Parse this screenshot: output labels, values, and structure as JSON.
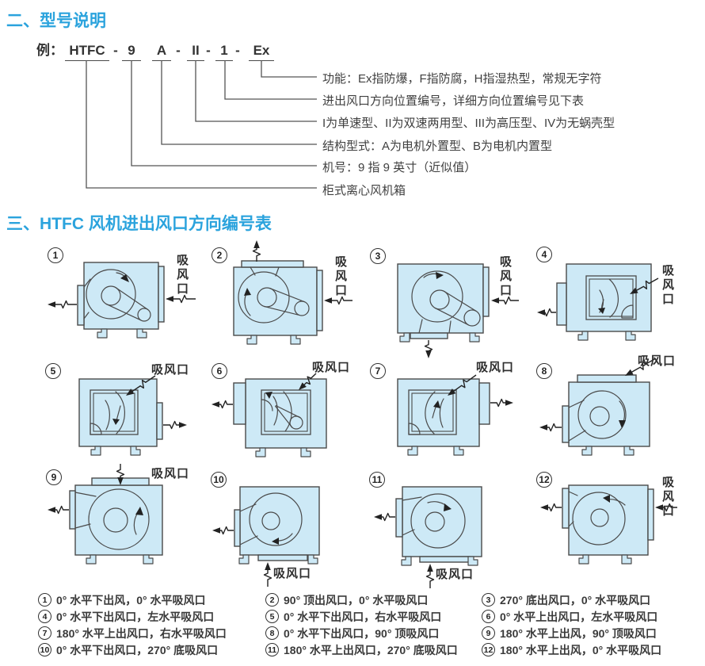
{
  "section2": {
    "title": "二、型号说明"
  },
  "model": {
    "parts": [
      "例：",
      "HTFC",
      "-",
      "9",
      "A",
      "-",
      "II",
      "-",
      "1",
      "-",
      "Ex"
    ],
    "descriptions": [
      "功能：Ex指防爆，F指防腐，H指湿热型，常规无字符",
      "进出风口方向位置编号，详细方向位置编号见下表",
      "I为单速型、II为双速两用型、III为高压型、IV为无蜗壳型",
      "结构型式：A为电机外置型、B为电机内置型",
      "机号：9 指 9 英寸（近似值）",
      "柜式离心风机箱"
    ]
  },
  "section3": {
    "title": "三、HTFC 风机进出风口方向编号表"
  },
  "grid": {
    "items": [
      {
        "num": "1",
        "suction_label": "吸风口"
      },
      {
        "num": "2",
        "suction_label": "吸风口"
      },
      {
        "num": "3",
        "suction_label": "吸风口"
      },
      {
        "num": "4",
        "suction_label": "吸风口"
      },
      {
        "num": "5",
        "suction_label": "吸风口"
      },
      {
        "num": "6",
        "suction_label": "吸风口"
      },
      {
        "num": "7",
        "suction_label": "吸风口"
      },
      {
        "num": "8",
        "suction_label": "吸风口"
      },
      {
        "num": "9",
        "suction_label": "吸风口"
      },
      {
        "num": "10",
        "suction_label": "吸风口"
      },
      {
        "num": "11",
        "suction_label": "吸风口"
      },
      {
        "num": "12",
        "suction_label": "吸风口"
      }
    ]
  },
  "footer": {
    "columns": [
      [
        {
          "num": "1",
          "text": "0° 水平下出风，0° 水平吸风口"
        },
        {
          "num": "4",
          "text": "0° 水平下出风口，左水平吸风口"
        },
        {
          "num": "7",
          "text": "180° 水平上出风口，右水平吸风口"
        },
        {
          "num": "10",
          "text": "0° 水平下出风口，270° 底吸风口"
        }
      ],
      [
        {
          "num": "2",
          "text": "90° 顶出风口，0° 水平吸风口"
        },
        {
          "num": "5",
          "text": "0° 水平下出风口，右水平吸风口"
        },
        {
          "num": "8",
          "text": "0° 水平下出风口，90° 顶吸风口"
        },
        {
          "num": "11",
          "text": "180° 水平上出风口，270° 底吸风口"
        }
      ],
      [
        {
          "num": "3",
          "text": "270° 底出风口，0° 水平吸风口"
        },
        {
          "num": "6",
          "text": "0° 水平上出风口，左水平吸风口"
        },
        {
          "num": "9",
          "text": "180° 水平上出风，90° 顶吸风口"
        },
        {
          "num": "12",
          "text": "180° 水平上出风，0° 水平吸风口"
        }
      ]
    ]
  },
  "colors": {
    "accent": "#2ba3dd",
    "box_fill": "#cde9f6",
    "line": "#4a4a4a"
  }
}
